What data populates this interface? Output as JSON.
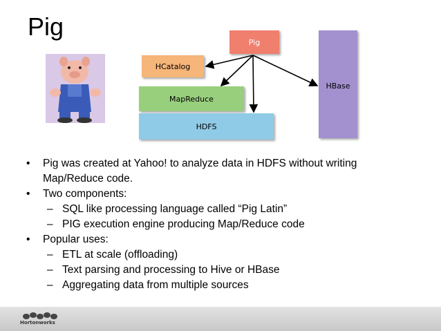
{
  "title": "Pig",
  "diagram": {
    "pig": {
      "label": "Pig",
      "color": "#f07f6e"
    },
    "hcatalog": {
      "label": "HCatalog",
      "color": "#f6b579"
    },
    "mapreduce": {
      "label": "MapReduce",
      "color": "#98cf7d"
    },
    "hdfs": {
      "label": "HDFS",
      "color": "#8fcbe6"
    },
    "hbase": {
      "label": "HBase",
      "color": "#a290cf"
    }
  },
  "bullets": [
    {
      "level": 1,
      "text": "Pig was created at Yahoo! to analyze data in HDFS without writing Map/Reduce code."
    },
    {
      "level": 1,
      "text": "Two components:"
    },
    {
      "level": 2,
      "text": "SQL like processing language called “Pig Latin”"
    },
    {
      "level": 2,
      "text": "PIG execution engine producing Map/Reduce code"
    },
    {
      "level": 1,
      "text": "Popular uses:"
    },
    {
      "level": 2,
      "text": "ETL at scale (offloading)"
    },
    {
      "level": 2,
      "text": "Text parsing and processing to Hive or HBase"
    },
    {
      "level": 2,
      "text": "Aggregating data from multiple sources"
    }
  ],
  "footer": {
    "brand": "Hortonworks"
  }
}
